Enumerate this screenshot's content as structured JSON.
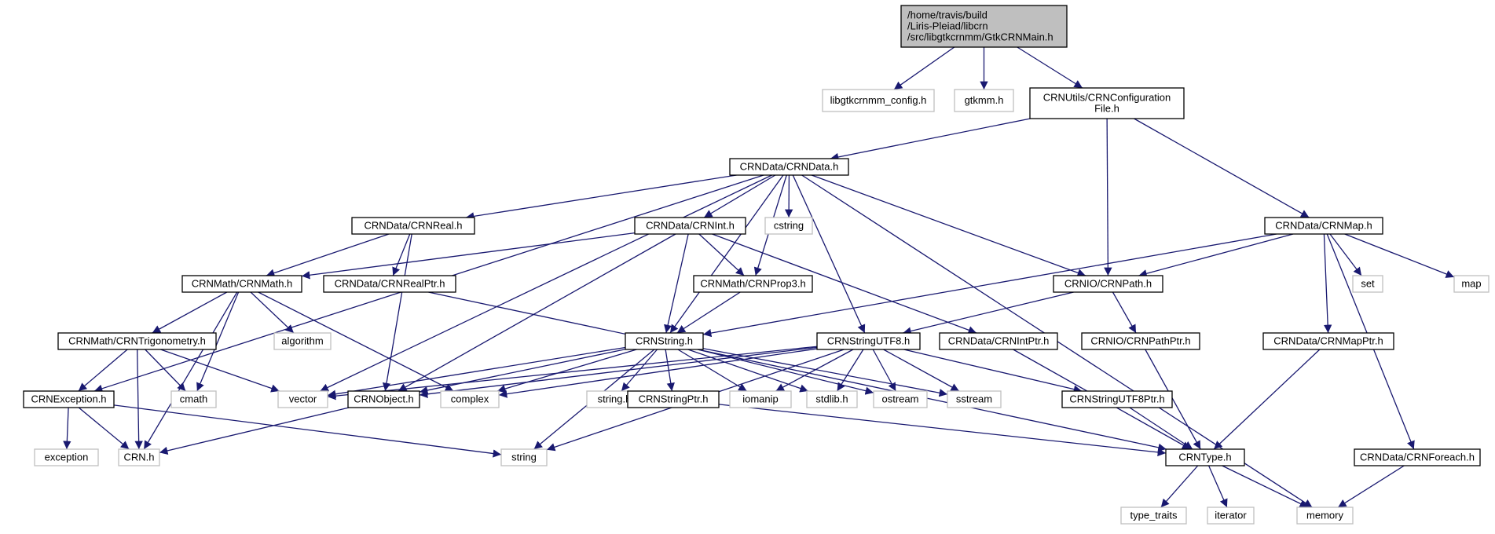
{
  "colors": {
    "edge": "#191970",
    "root_fill": "#bfbfbf",
    "node_border": "#000000",
    "external_border": "#bfbfbf",
    "external_text": "#000000"
  },
  "nodes": [
    {
      "id": "root",
      "lines": [
        "/home/travis/build",
        "/Liris-Pleiad/libcrn",
        "/src/libgtkcrnmm/GtkCRNMain.h"
      ],
      "kind": "root"
    },
    {
      "id": "libgtkcrnmm_config",
      "lines": [
        "libgtkcrnmm_config.h"
      ],
      "kind": "external"
    },
    {
      "id": "gtkmm",
      "lines": [
        "gtkmm.h"
      ],
      "kind": "external"
    },
    {
      "id": "crnconfig",
      "lines": [
        "CRNUtils/CRNConfiguration",
        "File.h"
      ],
      "kind": "internal"
    },
    {
      "id": "crndata",
      "lines": [
        "CRNData/CRNData.h"
      ],
      "kind": "internal"
    },
    {
      "id": "crnreal",
      "lines": [
        "CRNData/CRNReal.h"
      ],
      "kind": "internal"
    },
    {
      "id": "crnint",
      "lines": [
        "CRNData/CRNInt.h"
      ],
      "kind": "internal"
    },
    {
      "id": "cstring",
      "lines": [
        "cstring"
      ],
      "kind": "external"
    },
    {
      "id": "crnmap",
      "lines": [
        "CRNData/CRNMap.h"
      ],
      "kind": "internal"
    },
    {
      "id": "crnmath",
      "lines": [
        "CRNMath/CRNMath.h"
      ],
      "kind": "internal"
    },
    {
      "id": "crnrealptr",
      "lines": [
        "CRNData/CRNRealPtr.h"
      ],
      "kind": "internal"
    },
    {
      "id": "crnprop3",
      "lines": [
        "CRNMath/CRNProp3.h"
      ],
      "kind": "internal"
    },
    {
      "id": "crnpath",
      "lines": [
        "CRNIO/CRNPath.h"
      ],
      "kind": "internal"
    },
    {
      "id": "set",
      "lines": [
        "set"
      ],
      "kind": "external"
    },
    {
      "id": "map",
      "lines": [
        "map"
      ],
      "kind": "external"
    },
    {
      "id": "algorithm",
      "lines": [
        "algorithm"
      ],
      "kind": "external"
    },
    {
      "id": "crntrig",
      "lines": [
        "CRNMath/CRNTrigonometry.h"
      ],
      "kind": "internal"
    },
    {
      "id": "crnstring",
      "lines": [
        "CRNString.h"
      ],
      "kind": "internal"
    },
    {
      "id": "crnstringutf8",
      "lines": [
        "CRNStringUTF8.h"
      ],
      "kind": "internal"
    },
    {
      "id": "crnintptr",
      "lines": [
        "CRNData/CRNIntPtr.h"
      ],
      "kind": "internal"
    },
    {
      "id": "crnpathptr",
      "lines": [
        "CRNIO/CRNPathPtr.h"
      ],
      "kind": "internal"
    },
    {
      "id": "crnmapptr",
      "lines": [
        "CRNData/CRNMapPtr.h"
      ],
      "kind": "internal"
    },
    {
      "id": "crnexception",
      "lines": [
        "CRNException.h"
      ],
      "kind": "internal"
    },
    {
      "id": "cmath",
      "lines": [
        "cmath"
      ],
      "kind": "external"
    },
    {
      "id": "vector",
      "lines": [
        "vector"
      ],
      "kind": "external"
    },
    {
      "id": "crnobject",
      "lines": [
        "CRNObject.h"
      ],
      "kind": "internal"
    },
    {
      "id": "complex",
      "lines": [
        "complex"
      ],
      "kind": "external"
    },
    {
      "id": "string_h",
      "lines": [
        "string.h"
      ],
      "kind": "external"
    },
    {
      "id": "crnstringptr",
      "lines": [
        "CRNStringPtr.h"
      ],
      "kind": "internal"
    },
    {
      "id": "iomanip",
      "lines": [
        "iomanip"
      ],
      "kind": "external"
    },
    {
      "id": "stdlib",
      "lines": [
        "stdlib.h"
      ],
      "kind": "external"
    },
    {
      "id": "ostream",
      "lines": [
        "ostream"
      ],
      "kind": "external"
    },
    {
      "id": "sstream",
      "lines": [
        "sstream"
      ],
      "kind": "external"
    },
    {
      "id": "crnstringutf8ptr",
      "lines": [
        "CRNStringUTF8Ptr.h"
      ],
      "kind": "internal"
    },
    {
      "id": "exception",
      "lines": [
        "exception"
      ],
      "kind": "external"
    },
    {
      "id": "crn",
      "lines": [
        "CRN.h"
      ],
      "kind": "external"
    },
    {
      "id": "string",
      "lines": [
        "string"
      ],
      "kind": "external"
    },
    {
      "id": "crntype",
      "lines": [
        "CRNType.h"
      ],
      "kind": "internal"
    },
    {
      "id": "crnforeach",
      "lines": [
        "CRNData/CRNForeach.h"
      ],
      "kind": "internal"
    },
    {
      "id": "type_traits",
      "lines": [
        "type_traits"
      ],
      "kind": "external"
    },
    {
      "id": "iterator",
      "lines": [
        "iterator"
      ],
      "kind": "external"
    },
    {
      "id": "memory",
      "lines": [
        "memory"
      ],
      "kind": "external"
    }
  ],
  "edges": [
    [
      "root",
      "libgtkcrnmm_config"
    ],
    [
      "root",
      "gtkmm"
    ],
    [
      "root",
      "crnconfig"
    ],
    [
      "crnconfig",
      "crndata"
    ],
    [
      "crnconfig",
      "crnpath"
    ],
    [
      "crnconfig",
      "crnmap"
    ],
    [
      "crndata",
      "crnreal"
    ],
    [
      "crndata",
      "crnint"
    ],
    [
      "crndata",
      "cstring"
    ],
    [
      "crndata",
      "crnprop3"
    ],
    [
      "crndata",
      "crnpath"
    ],
    [
      "crndata",
      "crnstring"
    ],
    [
      "crndata",
      "crnstringutf8"
    ],
    [
      "crndata",
      "crnexception"
    ],
    [
      "crndata",
      "vector"
    ],
    [
      "crndata",
      "memory"
    ],
    [
      "crnreal",
      "crnmath"
    ],
    [
      "crnreal",
      "crnrealptr"
    ],
    [
      "crnreal",
      "crnobject"
    ],
    [
      "crnint",
      "crnmath"
    ],
    [
      "crnint",
      "crnprop3"
    ],
    [
      "crnint",
      "crnstring"
    ],
    [
      "crnint",
      "crnobject"
    ],
    [
      "crnint",
      "crnintptr"
    ],
    [
      "crnmap",
      "crnpath"
    ],
    [
      "crnmap",
      "set"
    ],
    [
      "crnmap",
      "map"
    ],
    [
      "crnmap",
      "crnmapptr"
    ],
    [
      "crnmap",
      "crnforeach"
    ],
    [
      "crnmap",
      "crnstring"
    ],
    [
      "crnmath",
      "crntrig"
    ],
    [
      "crnmath",
      "algorithm"
    ],
    [
      "crnmath",
      "cmath"
    ],
    [
      "crnmath",
      "complex"
    ],
    [
      "crnmath",
      "crn"
    ],
    [
      "crnrealptr",
      "crntype"
    ],
    [
      "crnprop3",
      "crnstring"
    ],
    [
      "crnpath",
      "crnstringutf8"
    ],
    [
      "crnpath",
      "crnpathptr"
    ],
    [
      "crntrig",
      "crnexception"
    ],
    [
      "crntrig",
      "crn"
    ],
    [
      "crntrig",
      "cmath"
    ],
    [
      "crntrig",
      "vector"
    ],
    [
      "crnstring",
      "vector"
    ],
    [
      "crnstring",
      "crnobject"
    ],
    [
      "crnstring",
      "complex"
    ],
    [
      "crnstring",
      "string_h"
    ],
    [
      "crnstring",
      "crnstringptr"
    ],
    [
      "crnstring",
      "iomanip"
    ],
    [
      "crnstring",
      "stdlib"
    ],
    [
      "crnstring",
      "ostream"
    ],
    [
      "crnstring",
      "sstream"
    ],
    [
      "crnstring",
      "string"
    ],
    [
      "crnstringutf8",
      "vector"
    ],
    [
      "crnstringutf8",
      "crnobject"
    ],
    [
      "crnstringutf8",
      "complex"
    ],
    [
      "crnstringutf8",
      "iomanip"
    ],
    [
      "crnstringutf8",
      "stdlib"
    ],
    [
      "crnstringutf8",
      "ostream"
    ],
    [
      "crnstringutf8",
      "sstream"
    ],
    [
      "crnstringutf8",
      "crnstringutf8ptr"
    ],
    [
      "crnstringutf8",
      "string"
    ],
    [
      "crnintptr",
      "crntype"
    ],
    [
      "crnpathptr",
      "crntype"
    ],
    [
      "crnmapptr",
      "crntype"
    ],
    [
      "crnexception",
      "exception"
    ],
    [
      "crnexception",
      "crn"
    ],
    [
      "crnexception",
      "string"
    ],
    [
      "crnobject",
      "crn"
    ],
    [
      "crnstringptr",
      "crntype"
    ],
    [
      "crnstringutf8ptr",
      "crntype"
    ],
    [
      "crntype",
      "type_traits"
    ],
    [
      "crntype",
      "iterator"
    ],
    [
      "crntype",
      "memory"
    ],
    [
      "crnforeach",
      "memory"
    ]
  ]
}
